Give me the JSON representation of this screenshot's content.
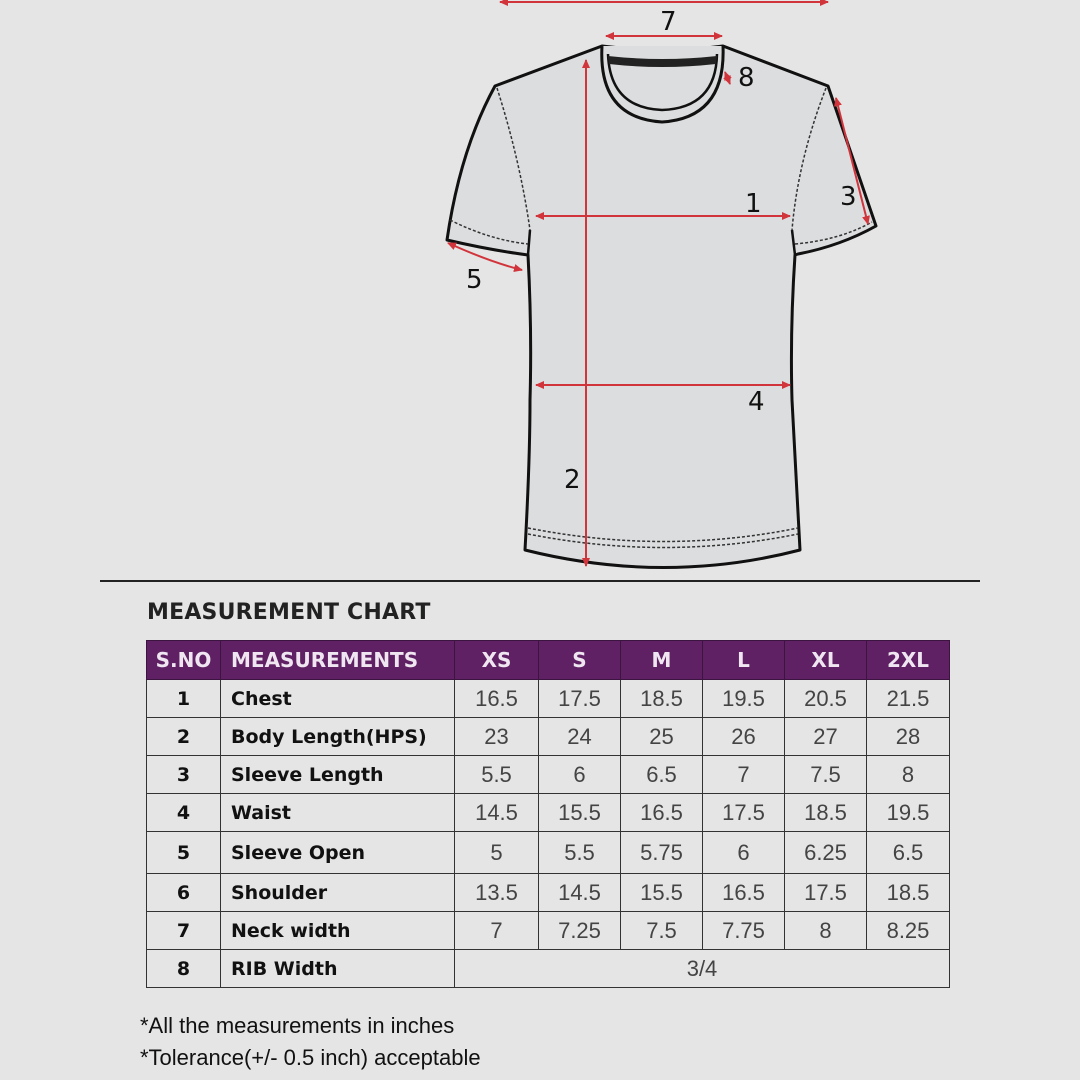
{
  "diagram": {
    "labels": {
      "chest": "1",
      "body_length": "2",
      "sleeve_length": "3",
      "waist": "4",
      "sleeve_open": "5",
      "neck_width": "7",
      "rib_width": "8"
    },
    "colors": {
      "arrow": "#d2343c",
      "outline": "#111111",
      "garment_fill": "#dcddde"
    }
  },
  "chart": {
    "title": "MEASUREMENT CHART",
    "header_color": "#5f2163",
    "columns": [
      "S.NO",
      "MEASUREMENTS",
      "XS",
      "S",
      "M",
      "L",
      "XL",
      "2XL"
    ],
    "rows": [
      {
        "sno": "1",
        "name": "Chest",
        "values": [
          "16.5",
          "17.5",
          "18.5",
          "19.5",
          "20.5",
          "21.5"
        ]
      },
      {
        "sno": "2",
        "name": "Body Length(HPS)",
        "values": [
          "23",
          "24",
          "25",
          "26",
          "27",
          "28"
        ]
      },
      {
        "sno": "3",
        "name": "Sleeve Length",
        "values": [
          "5.5",
          "6",
          "6.5",
          "7",
          "7.5",
          "8"
        ]
      },
      {
        "sno": "4",
        "name": "Waist",
        "values": [
          "14.5",
          "15.5",
          "16.5",
          "17.5",
          "18.5",
          "19.5"
        ]
      },
      {
        "sno": "5",
        "name": "Sleeve Open",
        "values": [
          "5",
          "5.5",
          "5.75",
          "6",
          "6.25",
          "6.5"
        ]
      },
      {
        "sno": "6",
        "name": "Shoulder",
        "values": [
          "13.5",
          "14.5",
          "15.5",
          "16.5",
          "17.5",
          "18.5"
        ]
      },
      {
        "sno": "7",
        "name": "Neck width",
        "values": [
          "7",
          "7.25",
          "7.5",
          "7.75",
          "8",
          "8.25"
        ]
      },
      {
        "sno": "8",
        "name": "RIB Width",
        "merged_value": "3/4"
      }
    ]
  },
  "notes": [
    "*All the measurements in inches",
    "*Tolerance(+/- 0.5 inch) acceptable"
  ]
}
